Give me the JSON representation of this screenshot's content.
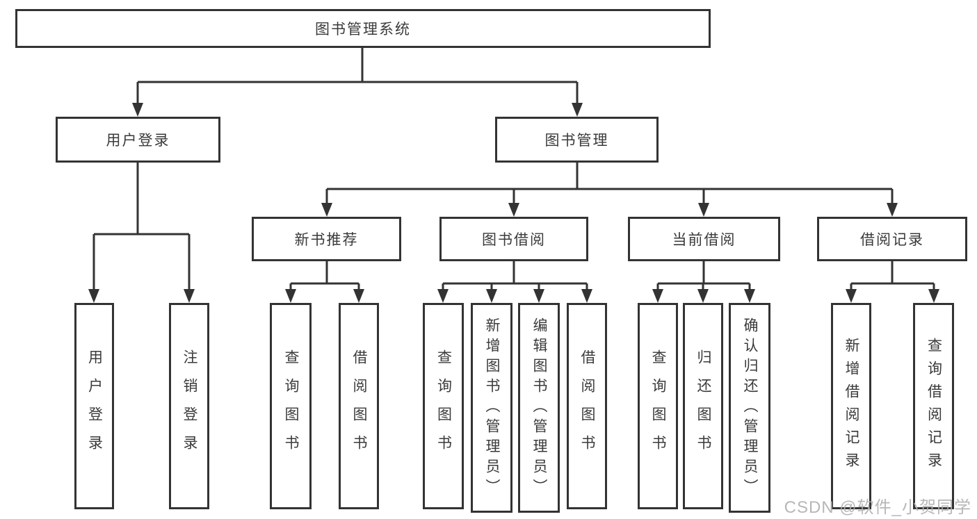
{
  "watermark": "CSDN @软件_小贺同学",
  "tree": {
    "root": {
      "label": "图书管理系统"
    },
    "branches": [
      {
        "label": "用户登录",
        "children": [
          {
            "label": "用户登录"
          },
          {
            "label": "注销登录"
          }
        ]
      },
      {
        "label": "图书管理",
        "children": [
          {
            "label": "新书推荐",
            "children": [
              {
                "label": "查询图书"
              },
              {
                "label": "借阅图书"
              }
            ]
          },
          {
            "label": "图书借阅",
            "children": [
              {
                "label": "查询图书"
              },
              {
                "label": "新增图书（管理员）"
              },
              {
                "label": "编辑图书（管理员）"
              },
              {
                "label": "借阅图书"
              }
            ]
          },
          {
            "label": "当前借阅",
            "children": [
              {
                "label": "查询图书"
              },
              {
                "label": "归还图书"
              },
              {
                "label": "确认归还（管理员）"
              }
            ]
          },
          {
            "label": "借阅记录",
            "children": [
              {
                "label": "新增借阅记录"
              },
              {
                "label": "查询借阅记录"
              }
            ]
          }
        ]
      }
    ]
  },
  "colors": {
    "line": "#333333",
    "text": "#3a3a3a",
    "watermark": "#afafaf",
    "background": "#ffffff"
  }
}
